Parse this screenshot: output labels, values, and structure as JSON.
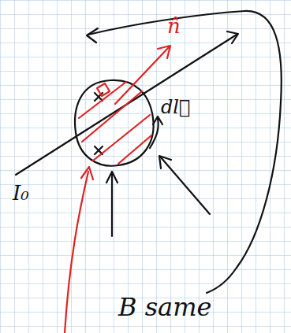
{
  "diagram": {
    "labels": [
      "I₀",
      "dl⃗",
      "n̂",
      "B same"
    ]
  }
}
